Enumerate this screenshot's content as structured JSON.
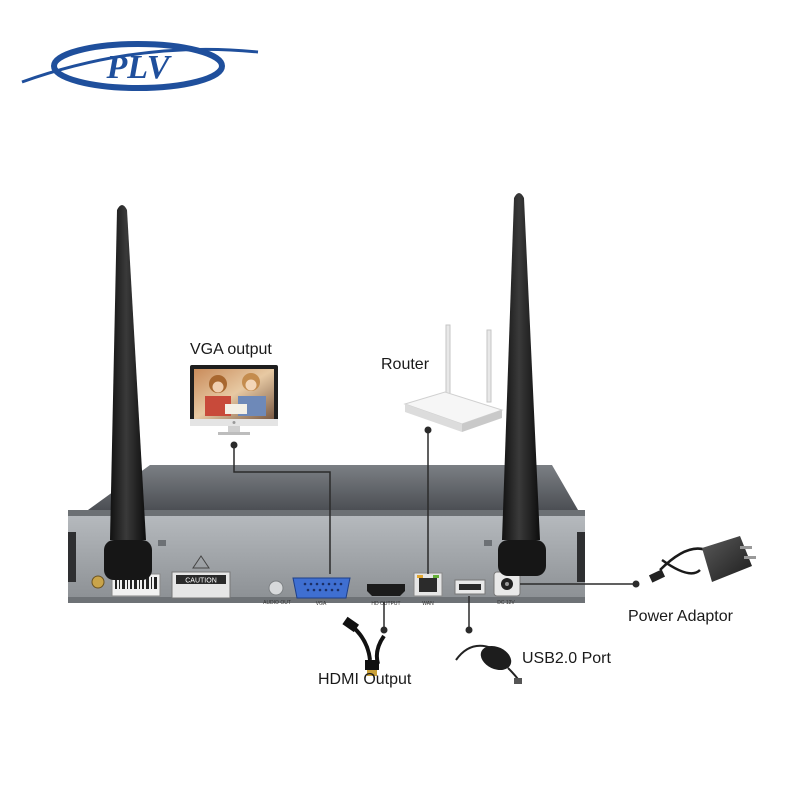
{
  "logo": {
    "text": "PLV",
    "color": "#1f4f9c"
  },
  "labels": {
    "vga": "VGA output",
    "router": "Router",
    "power": "Power Adaptor",
    "usb": "USB2.0 Port",
    "hdmi": "HDMI Output"
  },
  "panel_text": {
    "caution": "CAUTION",
    "audio_out": "AUDIO OUT",
    "vga_port": "VGA",
    "hdmi_port": "HD OUTPUT",
    "wan_port": "WAN",
    "dc_port": "DC 12V"
  },
  "colors": {
    "connector_line": "#2b2b2b",
    "device_body": "#5a5d62",
    "back_panel": "#9ea2a6",
    "vga_port": "#3f6fd1"
  }
}
